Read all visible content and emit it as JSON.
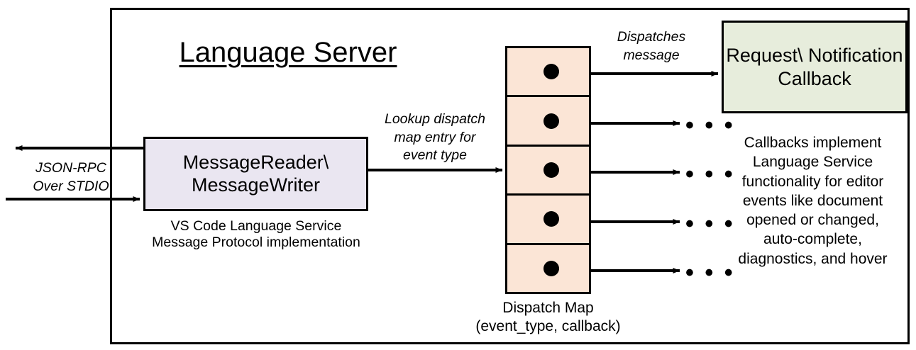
{
  "diagram": {
    "title": "Language Server",
    "frame_name": "language-server-boundary"
  },
  "external_interface": {
    "protocol_label": "JSON-RPC\nOver STDIO",
    "outbound_arrow": "arrow-out-to-client",
    "inbound_arrow": "arrow-in-from-client"
  },
  "message_io": {
    "title": "MessageReader\\\nMessageWriter",
    "caption": "VS Code Language Service\nMessage Protocol implementation",
    "fill": "#EAE6F1"
  },
  "lookup": {
    "label": "Lookup dispatch\nmap entry for\nevent type"
  },
  "dispatch_map": {
    "caption": "Dispatch Map\n(event_type, callback)",
    "fill": "#FBE5D6",
    "row_count": 5,
    "rows": [
      {
        "index": 1,
        "target": "callback-box"
      },
      {
        "index": 2,
        "target": "ellipsis"
      },
      {
        "index": 3,
        "target": "ellipsis"
      },
      {
        "index": 4,
        "target": "ellipsis"
      },
      {
        "index": 5,
        "target": "ellipsis"
      }
    ],
    "ellipsis_glyph": "• • •"
  },
  "dispatch": {
    "label": "Dispatches\nmessage"
  },
  "callback": {
    "title": "Request\\\nNotification\nCallback",
    "caption": "Callbacks implement\nLanguage Service\nfunctionality for editor\nevents like document\nopened or changed,\nauto-complete,\ndiagnostics, and hover",
    "fill": "#E7EDDC"
  },
  "colors": {
    "stroke": "#000000",
    "background": "#FFFFFF",
    "message_io_fill": "#EAE6F1",
    "dispatch_map_fill": "#FBE5D6",
    "callback_fill": "#E7EDDC"
  }
}
